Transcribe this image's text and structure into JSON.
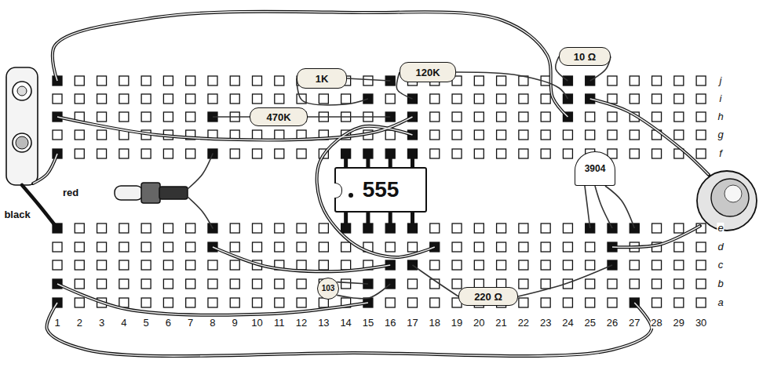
{
  "diagram": {
    "nodes": [
      {
        "text": [
          "10 Ω"
        ]
      },
      {
        "text": [
          "1K"
        ]
      },
      {
        "text": [
          "120K"
        ]
      },
      {
        "text": [
          "470K"
        ]
      },
      {
        "text": [
          "555"
        ]
      },
      {
        "text": [
          "3904"
        ]
      },
      {
        "text": [
          "103"
        ]
      },
      {
        "text": [
          "220 Ω"
        ]
      }
    ],
    "labels": [
      "red",
      "black",
      "j",
      "i",
      "h",
      "g",
      "f",
      "e",
      "d",
      "c",
      "b",
      "a",
      "1",
      "2",
      "3",
      "4",
      "5",
      "6",
      "7",
      "8",
      "9",
      "10",
      "11",
      "12",
      "13",
      "14",
      "15",
      "16",
      "17",
      "18",
      "19",
      "20",
      "21",
      "22",
      "23",
      "24",
      "25",
      "26",
      "27",
      "28",
      "29",
      "30"
    ]
  }
}
